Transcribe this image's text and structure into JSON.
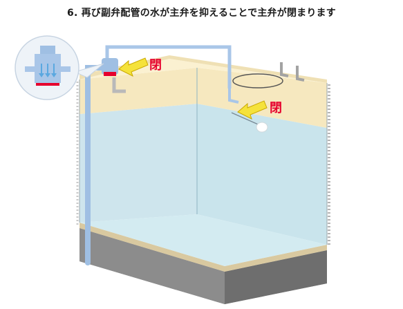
{
  "title": "6. 再び副弁配管の水が主弁を抑えることで主弁が閉まります",
  "labels": {
    "main_valve_state": "閉",
    "float_valve_state": "閉"
  },
  "icons": {
    "arrow": "yellow-arrow-icon",
    "flow": "down-arrows-icon"
  },
  "colors": {
    "title_text": "#1a1a1a",
    "label_red": "#e6002d",
    "pipe_blue": "#a9c6e8",
    "water": "#c9e4ec",
    "air_space": "#f6e8bf",
    "base_gray": "#8c8c8c",
    "arrow_yellow": "#f5e23a"
  }
}
